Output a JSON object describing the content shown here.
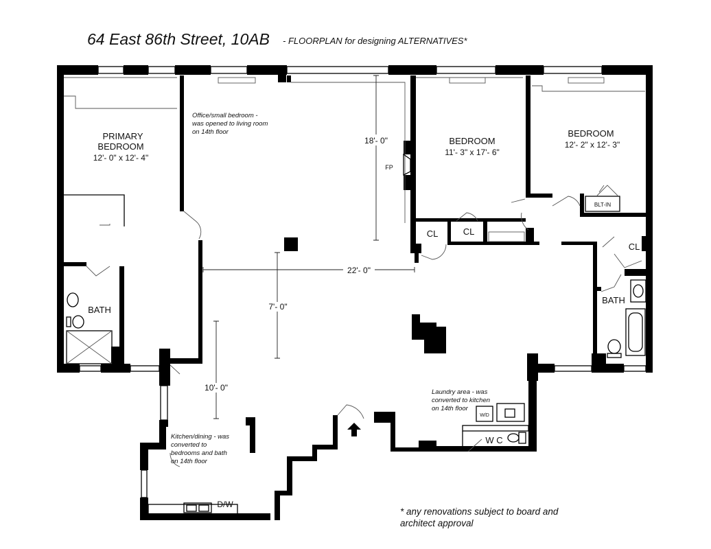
{
  "header": {
    "title": "64 East 86th Street, 10AB",
    "subtitle": "- FLOORPLAN for designing ALTERNATIVES*"
  },
  "rooms": {
    "primary_bedroom": {
      "name_line1": "PRIMARY",
      "name_line2": "BEDROOM",
      "size": "12'- 0\" x 12'- 4\""
    },
    "bedroom_2": {
      "name": "BEDROOM",
      "size": "11'- 3\" x 17'- 6\""
    },
    "bedroom_3": {
      "name": "BEDROOM",
      "size": "12'- 2\" x 12'- 3\""
    },
    "bath_left": "BATH",
    "bath_right": "BATH",
    "closet_1": "CL",
    "closet_2": "CL",
    "closet_3": "CL",
    "fireplace": "FP",
    "built_in": "BLT-IN",
    "wc": "W C",
    "washer_dryer": "W/D",
    "dishwasher": "D/W"
  },
  "dimensions": {
    "living_depth": "18'- 0\"",
    "living_width": "22'- 0\"",
    "gallery_width": "7'- 0\"",
    "foyer_depth": "10'- 0\""
  },
  "notes": {
    "office": [
      "Office/small bedroom -",
      "was opened to living room",
      "on 14th floor"
    ],
    "laundry": [
      "Laundry area - was",
      "converted to kitchen",
      "on 14th floor"
    ],
    "kitchen": [
      "Kitchen/dining - was",
      "converted to",
      "bedrooms and bath",
      "on 14th floor"
    ]
  },
  "footnote": {
    "line1": "* any renovations subject to board and",
    "line2": "architect approval"
  }
}
